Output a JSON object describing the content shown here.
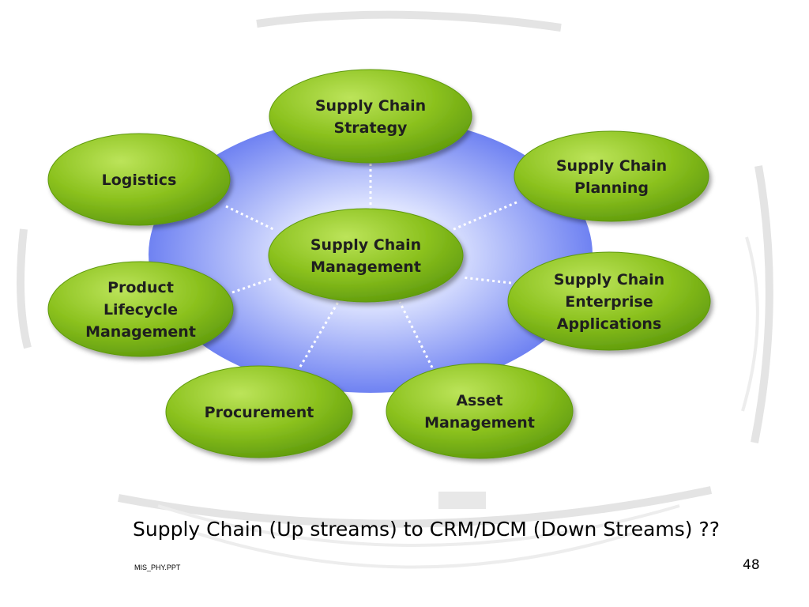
{
  "diagram": {
    "center": {
      "label": [
        "Supply Chain",
        "Management"
      ]
    },
    "nodes": [
      {
        "id": "strategy",
        "label": [
          "Supply Chain",
          "Strategy"
        ]
      },
      {
        "id": "planning",
        "label": [
          "Supply Chain",
          "Planning"
        ]
      },
      {
        "id": "enterprise-applications",
        "label": [
          "Supply Chain",
          "Enterprise",
          "Applications"
        ]
      },
      {
        "id": "asset-management",
        "label": [
          "Asset",
          "Management"
        ]
      },
      {
        "id": "procurement",
        "label": [
          "Procurement"
        ]
      },
      {
        "id": "product-lifecycle-management",
        "label": [
          "Product",
          "Lifecycle",
          "Management"
        ]
      },
      {
        "id": "logistics",
        "label": [
          "Logistics"
        ]
      }
    ],
    "colors": {
      "node_fill": "#8cc21f",
      "node_light": "#bce45a",
      "node_dark": "#5e9a0c",
      "hub_center": "#ffffff",
      "hub_edge": "#6f82f2",
      "connector": "#ffffff",
      "text": "#1f1f1f"
    }
  },
  "caption": "Supply Chain (Up streams) to CRM/DCM (Down Streams)  ??",
  "footer": {
    "file": "MIS_PHY.PPT",
    "page": "48"
  }
}
